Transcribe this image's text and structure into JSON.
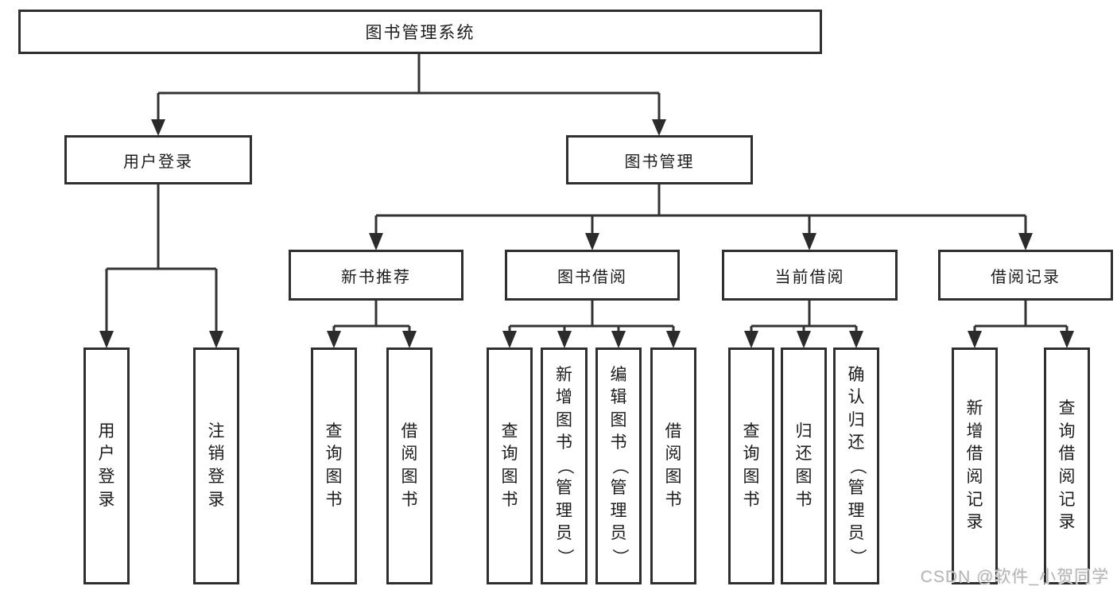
{
  "colors": {
    "line": "#333333",
    "box_border": "#2f2f2f",
    "background": "#ffffff",
    "watermark": "#b5b5b5"
  },
  "watermark": {
    "text": "CSDN @软件_小贺同学"
  },
  "diagram": {
    "root": {
      "label": "图书管理系统"
    },
    "branches": [
      {
        "label": "用户登录",
        "children": [
          {
            "label": "用户登录"
          },
          {
            "label": "注销登录"
          }
        ]
      },
      {
        "label": "图书管理",
        "children": [
          {
            "label": "新书推荐",
            "children": [
              {
                "label": "查询图书"
              },
              {
                "label": "借阅图书"
              }
            ]
          },
          {
            "label": "图书借阅",
            "children": [
              {
                "label": "查询图书"
              },
              {
                "label": "新增图书（管理员）"
              },
              {
                "label": "编辑图书（管理员）"
              },
              {
                "label": "借阅图书"
              }
            ]
          },
          {
            "label": "当前借阅",
            "children": [
              {
                "label": "查询图书"
              },
              {
                "label": "归还图书"
              },
              {
                "label": "确认归还（管理员）"
              }
            ]
          },
          {
            "label": "借阅记录",
            "children": [
              {
                "label": "新增借阅记录"
              },
              {
                "label": "查询借阅记录"
              }
            ]
          }
        ]
      }
    ]
  }
}
